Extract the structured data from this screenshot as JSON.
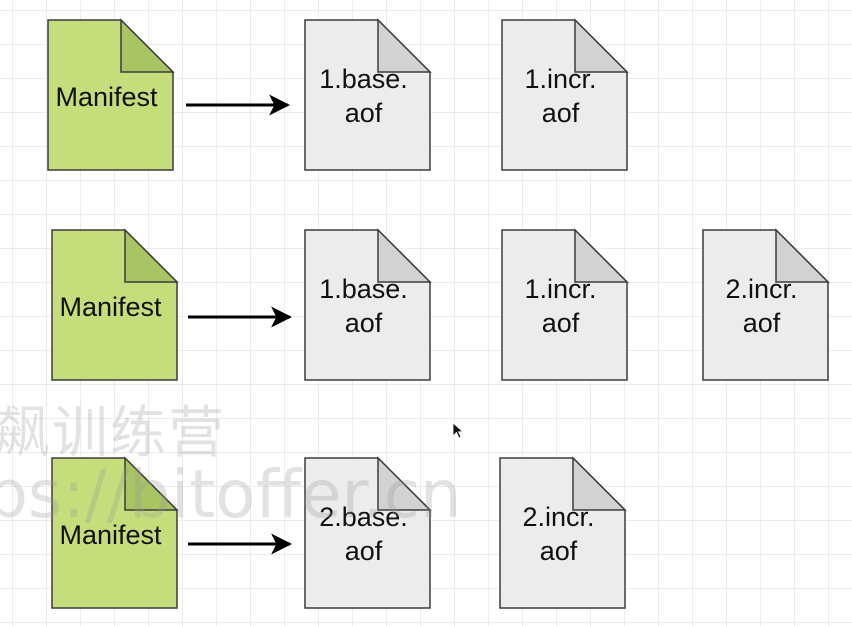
{
  "rows": [
    {
      "manifest_label": "Manifest",
      "files": [
        {
          "line1": "1.base.",
          "line2": "aof"
        },
        {
          "line1": "1.incr.",
          "line2": "aof"
        }
      ]
    },
    {
      "manifest_label": "Manifest",
      "files": [
        {
          "line1": "1.base.",
          "line2": "aof"
        },
        {
          "line1": "1.incr.",
          "line2": "aof"
        },
        {
          "line1": "2.incr.",
          "line2": "aof"
        }
      ]
    },
    {
      "manifest_label": "Manifest",
      "files": [
        {
          "line1": "2.base.",
          "line2": "aof"
        },
        {
          "line1": "2.incr.",
          "line2": "aof"
        }
      ]
    }
  ],
  "watermark": {
    "line1": "飙训练营",
    "line2": "ps://bitoffer.cn"
  },
  "colors": {
    "manifest_fill": "#c5dd7a",
    "manifest_fold": "#a9c463",
    "file_fill": "#ececec",
    "file_fold": "#d2d2d2",
    "stroke": "#3c3c3c",
    "arrow": "#000000"
  }
}
